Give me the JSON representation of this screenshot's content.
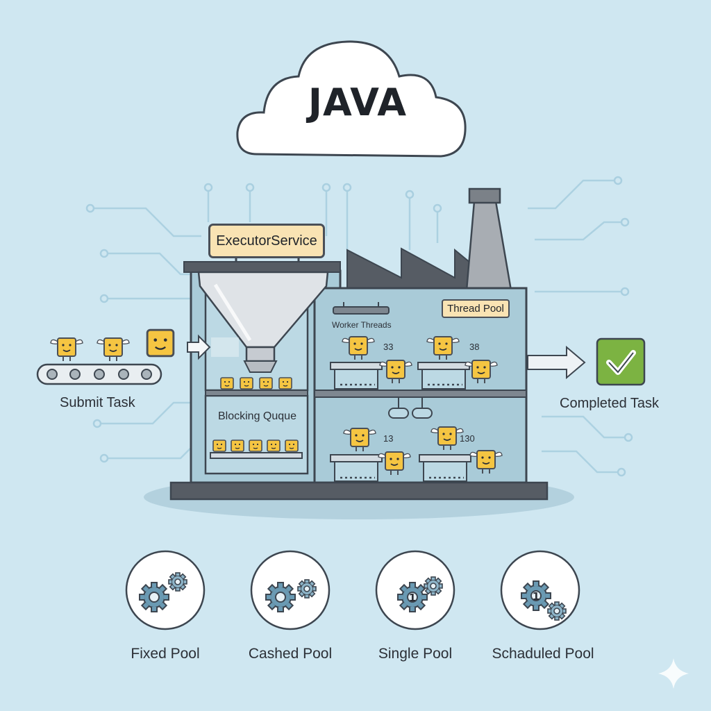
{
  "title": "JAVA",
  "labels": {
    "executor_service": "ExecutorService",
    "thread_pool": "Thread Pool",
    "worker_threads": "Worker Threads",
    "blocking_queue": "Blocking Quque",
    "submit_task": "Submit Task",
    "completed_task": "Completed Task"
  },
  "worker_numbers": [
    "33",
    "38",
    "13",
    "130"
  ],
  "pools": [
    {
      "label": "Fixed Pool",
      "icon": "gears-icon"
    },
    {
      "label": "Cashed Pool",
      "icon": "gears-icon"
    },
    {
      "label": "Single Pool",
      "icon": "gear-one-icon"
    },
    {
      "label": "Schaduled Pool",
      "icon": "gear-one-icon"
    }
  ],
  "colors": {
    "background": "#cfe7f1",
    "task_yellow": "#f5c542",
    "check_green": "#7cb342",
    "outline": "#4a4f57",
    "gear_blue": "#6a9ab3"
  }
}
